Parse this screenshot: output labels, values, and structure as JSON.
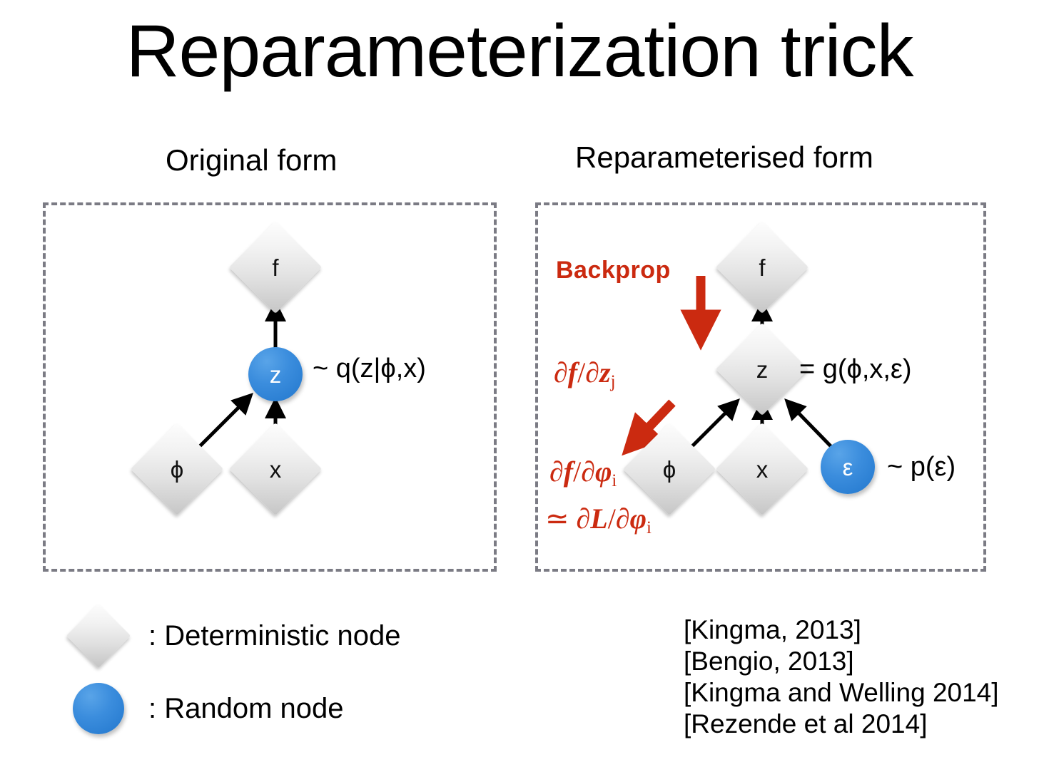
{
  "slide": {
    "title": "Reparameterization trick"
  },
  "panels": {
    "left": {
      "heading": "Original form",
      "nodes": [
        {
          "id": "f",
          "label": "f",
          "type": "diamond"
        },
        {
          "id": "z",
          "label": "z",
          "type": "circle"
        },
        {
          "id": "phi",
          "label": "ϕ",
          "type": "diamond"
        },
        {
          "id": "x",
          "label": "x",
          "type": "diamond"
        }
      ],
      "annotations": [
        {
          "id": "q-dist",
          "text": "~ q(z|ϕ,x)"
        }
      ]
    },
    "right": {
      "heading": "Reparameterised form",
      "nodes": [
        {
          "id": "f",
          "label": "f",
          "type": "diamond"
        },
        {
          "id": "z",
          "label": "z",
          "type": "diamond"
        },
        {
          "id": "phi",
          "label": "ϕ",
          "type": "diamond"
        },
        {
          "id": "x",
          "label": "x",
          "type": "diamond"
        },
        {
          "id": "eps",
          "label": "ε",
          "type": "circle"
        }
      ],
      "annotations": [
        {
          "id": "g-def",
          "text": "= g(ϕ,x,ε)"
        },
        {
          "id": "p-eps",
          "text": "~ p(ε)"
        }
      ],
      "backprop": {
        "label": "Backprop",
        "color": "#cb2a10",
        "gradients": [
          {
            "id": "df-dz",
            "prefix": "",
            "numer": "∂f",
            "slash": "/",
            "denom": "∂z",
            "sub": "j"
          },
          {
            "id": "df-dphi",
            "prefix": "",
            "numer": "∂f",
            "slash": "/",
            "denom": "∂φ",
            "sub": "i"
          },
          {
            "id": "dL-dphi",
            "prefix": "≃ ",
            "numer": "∂L",
            "slash": "/",
            "denom": "∂φ",
            "sub": "i"
          }
        ]
      }
    }
  },
  "legend": {
    "items": [
      {
        "id": "deterministic",
        "shape": "diamond",
        "text": ": Deterministic node"
      },
      {
        "id": "random",
        "shape": "circle",
        "text": ": Random node"
      }
    ]
  },
  "citations": [
    "[Kingma, 2013]",
    "[Bengio, 2013]",
    "[Kingma and Welling 2014]",
    "[Rezende et al 2014]"
  ],
  "colors": {
    "random_node": "#3b8ddd",
    "deterministic_node": "#e2e2e2",
    "backprop_red": "#cb2a10",
    "panel_border": "#7b7b84",
    "text": "#000000",
    "background": "#ffffff"
  }
}
